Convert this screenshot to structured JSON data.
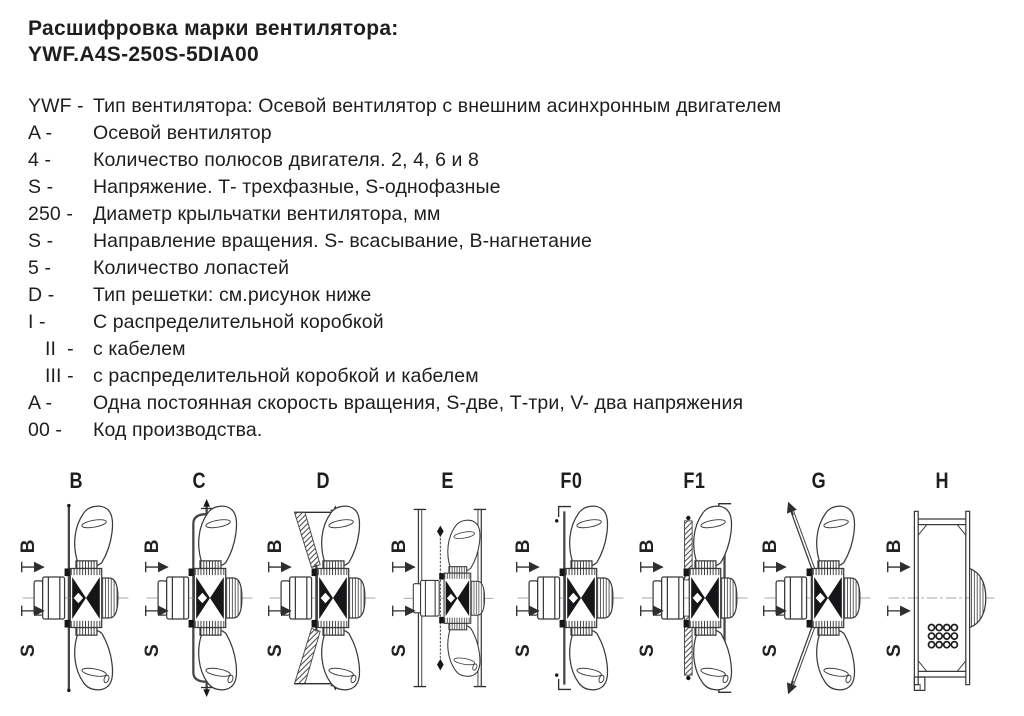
{
  "header": {
    "title_line1": "Расшифровка марки вентилятора:",
    "title_line2": "YWF.A4S-250S-5DIA00"
  },
  "decoding": {
    "lines": [
      {
        "term": "YWF -",
        "desc": "Тип вентилятора: Осевой вентилятор с внешним асинхронным двигателем"
      },
      {
        "term": "A -",
        "desc": "Осевой вентилятор"
      },
      {
        "term": "4 -",
        "desc": "Количество полюсов двигателя. 2, 4, 6 и 8"
      },
      {
        "term": "S -",
        "desc": "Напряжение. Т- трехфазные, S-однофазные"
      },
      {
        "term": "250 -",
        "desc": "Диаметр крыльчатки вентилятора, мм"
      },
      {
        "term": "S -",
        "desc": "Направление вращения. S- всасывание, В-нагнетание"
      },
      {
        "term": "5 -",
        "desc": "Количество лопастей"
      },
      {
        "term": "D -",
        "desc": "Тип решетки: см.рисунок ниже"
      },
      {
        "term": "I -",
        "desc": "С распределительной коробкой"
      },
      {
        "term": "II  -",
        "desc": "с кабелем"
      },
      {
        "term": "III -",
        "desc": "с распределительной коробкой и кабелем"
      },
      {
        "term": "A -",
        "desc": "Одна постоянная скорость вращения, S-две, Т-три, V- два напряжения"
      },
      {
        "term": "00 -",
        "desc": "Код производства."
      }
    ]
  },
  "diagrams": {
    "b_label": "B",
    "s_label": "S",
    "items": [
      {
        "label": "B"
      },
      {
        "label": "C"
      },
      {
        "label": "D"
      },
      {
        "label": "E"
      },
      {
        "label": "F0"
      },
      {
        "label": "F1"
      },
      {
        "label": "G"
      },
      {
        "label": "H"
      }
    ]
  },
  "colors": {
    "text": "#1e1e20",
    "drawing_stroke": "#3a3a3c",
    "background": "#ffffff"
  }
}
